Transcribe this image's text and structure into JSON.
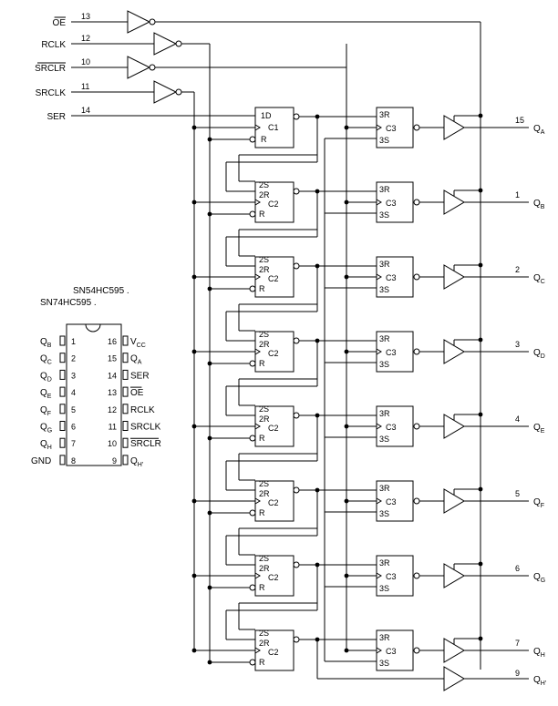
{
  "inputs": [
    {
      "name": "OE",
      "overline": true,
      "pin": "13"
    },
    {
      "name": "RCLK",
      "overline": false,
      "pin": "12"
    },
    {
      "name": "SRCLR",
      "overline": true,
      "pin": "10"
    },
    {
      "name": "SRCLK",
      "overline": false,
      "pin": "11"
    },
    {
      "name": "SER",
      "overline": false,
      "pin": "14"
    }
  ],
  "first_ff": {
    "d": "1D",
    "c": "C1",
    "r": "R"
  },
  "stage_ff": {
    "s": "2S",
    "r2": "2R",
    "c": "C2",
    "r": "R"
  },
  "latch": {
    "r": "3R",
    "c": "C3",
    "s": "3S"
  },
  "outputs": [
    {
      "pin": "15",
      "name": "Q",
      "sub": "A"
    },
    {
      "pin": "1",
      "name": "Q",
      "sub": "B"
    },
    {
      "pin": "2",
      "name": "Q",
      "sub": "C"
    },
    {
      "pin": "3",
      "name": "Q",
      "sub": "D"
    },
    {
      "pin": "4",
      "name": "Q",
      "sub": "E"
    },
    {
      "pin": "5",
      "name": "Q",
      "sub": "F"
    },
    {
      "pin": "6",
      "name": "Q",
      "sub": "G"
    },
    {
      "pin": "7",
      "name": "Q",
      "sub": "H"
    },
    {
      "pin": "9",
      "name": "Q",
      "sub": "H'"
    }
  ],
  "package": {
    "title1": "SN54HC595 .",
    "title2": "SN74HC595 .",
    "left": [
      {
        "name": "Q",
        "sub": "B",
        "pin": "1"
      },
      {
        "name": "Q",
        "sub": "C",
        "pin": "2"
      },
      {
        "name": "Q",
        "sub": "D",
        "pin": "3"
      },
      {
        "name": "Q",
        "sub": "E",
        "pin": "4"
      },
      {
        "name": "Q",
        "sub": "F",
        "pin": "5"
      },
      {
        "name": "Q",
        "sub": "G",
        "pin": "6"
      },
      {
        "name": "Q",
        "sub": "H",
        "pin": "7"
      },
      {
        "name": "GND",
        "sub": "",
        "pin": "8"
      }
    ],
    "right": [
      {
        "name": "V",
        "sub": "CC",
        "pin": "16",
        "overline": false
      },
      {
        "name": "Q",
        "sub": "A",
        "pin": "15",
        "overline": false
      },
      {
        "name": "SER",
        "sub": "",
        "pin": "14",
        "overline": false
      },
      {
        "name": "OE",
        "sub": "",
        "pin": "13",
        "overline": true
      },
      {
        "name": "RCLK",
        "sub": "",
        "pin": "12",
        "overline": false
      },
      {
        "name": "SRCLK",
        "sub": "",
        "pin": "11",
        "overline": false
      },
      {
        "name": "SRCLR",
        "sub": "",
        "pin": "10",
        "overline": true
      },
      {
        "name": "Q",
        "sub": "H'",
        "pin": "9",
        "overline": false
      }
    ]
  }
}
